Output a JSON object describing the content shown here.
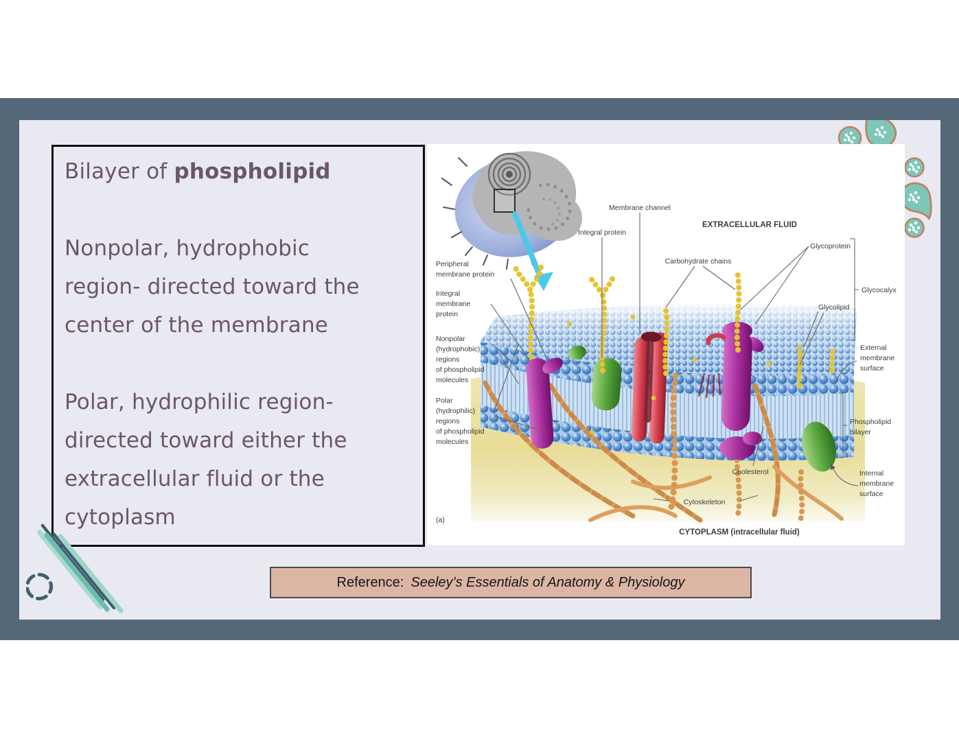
{
  "text_box": {
    "title_regular": "Bilayer of ",
    "title_bold": "phospholipid",
    "paragraph1": "Nonpolar, hydrophobic region- directed toward the center of the membrane",
    "paragraph2": "Polar, hydrophilic region- directed toward either the extracellular fluid or the cytoplasm",
    "text_color": "#6b5763"
  },
  "reference": {
    "label": "Reference:",
    "book_title": "Seeley’s Essentials of Anatomy & Physiology",
    "background": "#dcb5a5"
  },
  "diagram": {
    "figure_marker": "(a)",
    "labels": {
      "membrane_channel": "Membrane channel",
      "integral_protein": "Integral protein",
      "extracellular_fluid": "EXTRACELLULAR FLUID",
      "carbohydrate_chains": "Carbohydrate chains",
      "glycoprotein": "Glycoprotein",
      "glycocalyx": "Glycocalyx",
      "glycolipid": "Glycolipid",
      "peripheral_membrane_protein": [
        "Peripheral",
        "membrane protein"
      ],
      "integral_membrane_protein": [
        "Integral",
        "membrane",
        "protein"
      ],
      "nonpolar_regions": [
        "Nonpolar",
        "(hydrophobic)",
        "regions",
        "of phospholipid",
        "molecules"
      ],
      "polar_regions": [
        "Polar",
        "(hydrophilic)",
        "regions",
        "of phospholipid",
        "molecules"
      ],
      "external_membrane_surface": [
        "External",
        "membrane",
        "surface"
      ],
      "phospholipid_bilayer": [
        "Phospholipid",
        "bilayer"
      ],
      "internal_membrane_surface": [
        "Internal",
        "membrane",
        "surface"
      ],
      "cholesterol": "Cholesterol",
      "cytoskeleton": "Cytoskeleton",
      "cytoplasm": "CYTOPLASM (intracellular fluid)"
    }
  },
  "colors": {
    "frame": "#54687a",
    "slide_background": "#e9e9f1",
    "teal_accent": "#7ec6b8",
    "blob_outline": "#c1815f",
    "decor_line_dark": "#3e5c6d",
    "decor_line_light": "#a9dacf"
  }
}
